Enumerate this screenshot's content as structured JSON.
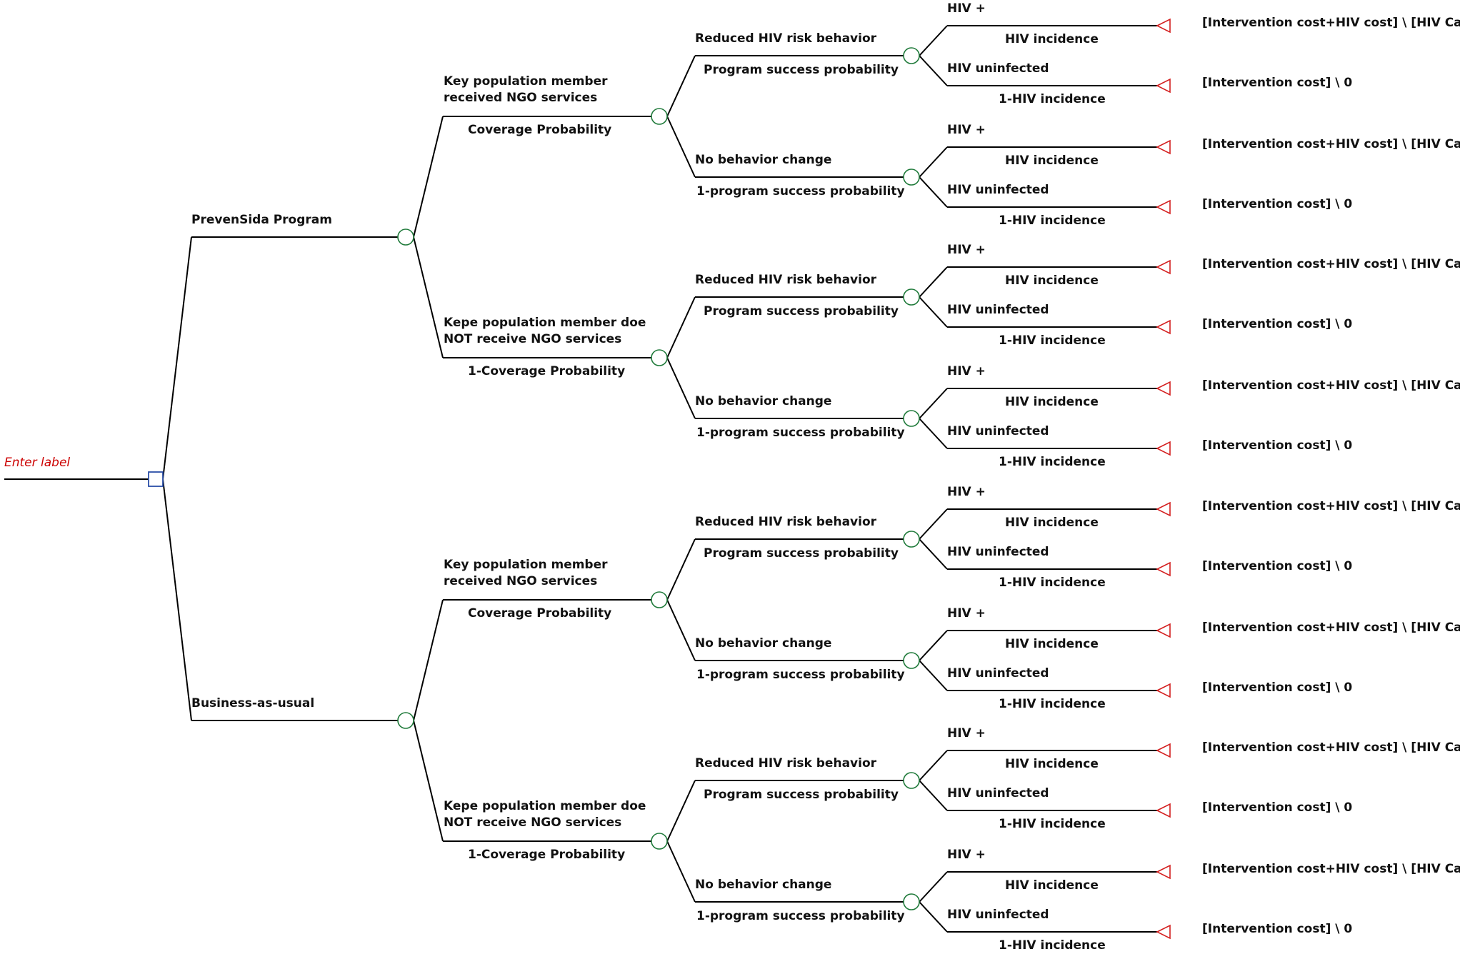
{
  "root": {
    "label": "Enter label"
  },
  "strategies": [
    {
      "name": "PrevenSida Program",
      "branches": [
        {
          "label_line1": "Key population member",
          "label_line2": "received NGO services",
          "probability": "Coverage Probability",
          "behaviors": [
            {
              "label": "Reduced HIV risk behavior",
              "probability": "Program success probability",
              "outcomes": [
                {
                  "label": "HIV +",
                  "probability": "HIV incidence",
                  "payoff": "[Intervention cost+HIV cost] \\ [HIV Case DALYs]"
                },
                {
                  "label": "HIV uninfected",
                  "probability": "1-HIV incidence",
                  "payoff": "[Intervention cost] \\ 0"
                }
              ]
            },
            {
              "label": "No behavior change",
              "probability": "1-program success probability",
              "outcomes": [
                {
                  "label": "HIV +",
                  "probability": "HIV incidence",
                  "payoff": "[Intervention cost+HIV cost] \\ [HIV Case DALYs]"
                },
                {
                  "label": "HIV uninfected",
                  "probability": "1-HIV incidence",
                  "payoff": "[Intervention cost] \\ 0"
                }
              ]
            }
          ]
        },
        {
          "label_line1": "Kepe population member doe",
          "label_line2": "NOT receive NGO services",
          "probability": "1-Coverage Probability",
          "behaviors": [
            {
              "label": "Reduced HIV risk behavior",
              "probability": "Program success probability",
              "outcomes": [
                {
                  "label": "HIV +",
                  "probability": "HIV incidence",
                  "payoff": "[Intervention cost+HIV cost] \\ [HIV Case DALYs]"
                },
                {
                  "label": "HIV uninfected",
                  "probability": "1-HIV incidence",
                  "payoff": "[Intervention cost] \\ 0"
                }
              ]
            },
            {
              "label": "No behavior change",
              "probability": "1-program success probability",
              "outcomes": [
                {
                  "label": "HIV +",
                  "probability": "HIV incidence",
                  "payoff": "[Intervention cost+HIV cost] \\ [HIV Case DALYs]"
                },
                {
                  "label": "HIV uninfected",
                  "probability": "1-HIV incidence",
                  "payoff": "[Intervention cost] \\ 0"
                }
              ]
            }
          ]
        }
      ]
    },
    {
      "name": "Business-as-usual",
      "branches": [
        {
          "label_line1": "Key population member",
          "label_line2": "received NGO services",
          "probability": "Coverage Probability",
          "behaviors": [
            {
              "label": "Reduced HIV risk behavior",
              "probability": "Program success probability",
              "outcomes": [
                {
                  "label": "HIV +",
                  "probability": "HIV incidence",
                  "payoff": "[Intervention cost+HIV cost] \\ [HIV Case DALYs]"
                },
                {
                  "label": "HIV uninfected",
                  "probability": "1-HIV incidence",
                  "payoff": "[Intervention cost] \\ 0"
                }
              ]
            },
            {
              "label": "No behavior change",
              "probability": "1-program success probability",
              "outcomes": [
                {
                  "label": "HIV +",
                  "probability": "HIV incidence",
                  "payoff": "[Intervention cost+HIV cost] \\ [HIV Case DALYs]"
                },
                {
                  "label": "HIV uninfected",
                  "probability": "1-HIV incidence",
                  "payoff": "[Intervention cost] \\ 0"
                }
              ]
            }
          ]
        },
        {
          "label_line1": "Kepe population member doe",
          "label_line2": "NOT receive NGO services",
          "probability": "1-Coverage Probability",
          "behaviors": [
            {
              "label": "Reduced HIV risk behavior",
              "probability": "Program success probability",
              "outcomes": [
                {
                  "label": "HIV +",
                  "probability": "HIV incidence",
                  "payoff": "[Intervention cost+HIV cost] \\ [HIV Case DALYs]"
                },
                {
                  "label": "HIV uninfected",
                  "probability": "1-HIV incidence",
                  "payoff": "[Intervention cost] \\ 0"
                }
              ]
            },
            {
              "label": "No behavior change",
              "probability": "1-program success probability",
              "outcomes": [
                {
                  "label": "HIV +",
                  "probability": "HIV incidence",
                  "payoff": "[Intervention cost+HIV cost] \\ [HIV Case DALYs]"
                },
                {
                  "label": "HIV uninfected",
                  "probability": "1-HIV incidence",
                  "payoff": "[Intervention cost] \\ 0"
                }
              ]
            }
          ]
        }
      ]
    }
  ]
}
